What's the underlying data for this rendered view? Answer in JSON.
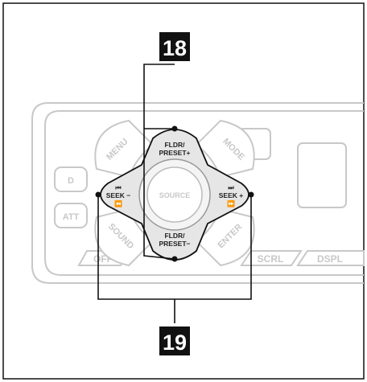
{
  "callouts": {
    "top": "18",
    "bottom": "19"
  },
  "buttons": {
    "menu": "MENU",
    "mode": "MODE",
    "sound": "SOUND",
    "enter": "ENTER",
    "source": "SOURCE",
    "preset_up_line1": "FLDR/",
    "preset_up_line2": "PRESET+",
    "preset_down_line1": "FLDR/",
    "preset_down_line2": "PRESET−",
    "seek_minus": "SEEK −",
    "seek_plus": "SEEK +",
    "seek_minus_icon_top": "⏮",
    "seek_minus_icon_bottom": "⏪",
    "seek_plus_icon_top": "⏭",
    "seek_plus_icon_bottom": "⏩",
    "d": "D",
    "att": "ATT",
    "off": "OFF",
    "scrl": "SCRL",
    "dspl": "DSPL"
  },
  "colors": {
    "outline": "#111111",
    "ghost_stroke": "#c8c8c8",
    "callout_bg": "#111111",
    "pad_fill": "#e6e6e6"
  }
}
